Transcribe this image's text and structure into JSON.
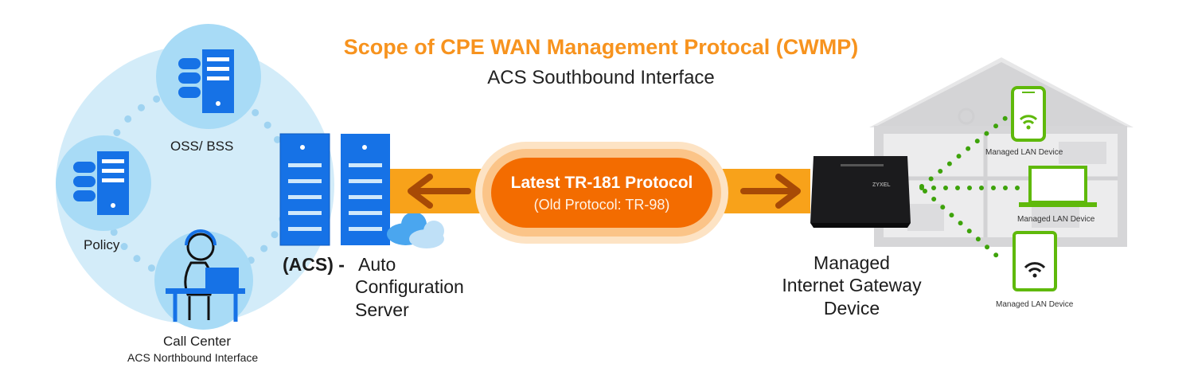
{
  "title": "Scope of CPE WAN Management Protocal (CWMP)",
  "subtitle": "ACS Southbound Interface",
  "colors": {
    "orange": "#f7931e",
    "pill_orange": "#f36c00",
    "blue": "#1672e6",
    "green": "#5fb90b",
    "light_blue": "#c9e7f7",
    "brown": "#a74a06"
  },
  "northbound": {
    "oss_label": "OSS/ BSS",
    "policy_label": "Policy",
    "call_center_label": "Call Center",
    "interface_label": "ACS Northbound Interface"
  },
  "acs": {
    "abbrev": "(ACS) -",
    "line1": "Auto",
    "line2": "Configuration",
    "line3": "Server"
  },
  "protocol": {
    "title": "Latest TR-181 Protocol",
    "subtitle": "(Old Protocol: TR-98)"
  },
  "gateway": {
    "line1": "Managed",
    "line2": "Internet Gateway",
    "line3": "Device",
    "brand": "ZYXEL"
  },
  "lan_devices": [
    {
      "label": "Managed LAN Device"
    },
    {
      "label": "Managed LAN Device"
    },
    {
      "label": "Managed LAN Device"
    }
  ]
}
